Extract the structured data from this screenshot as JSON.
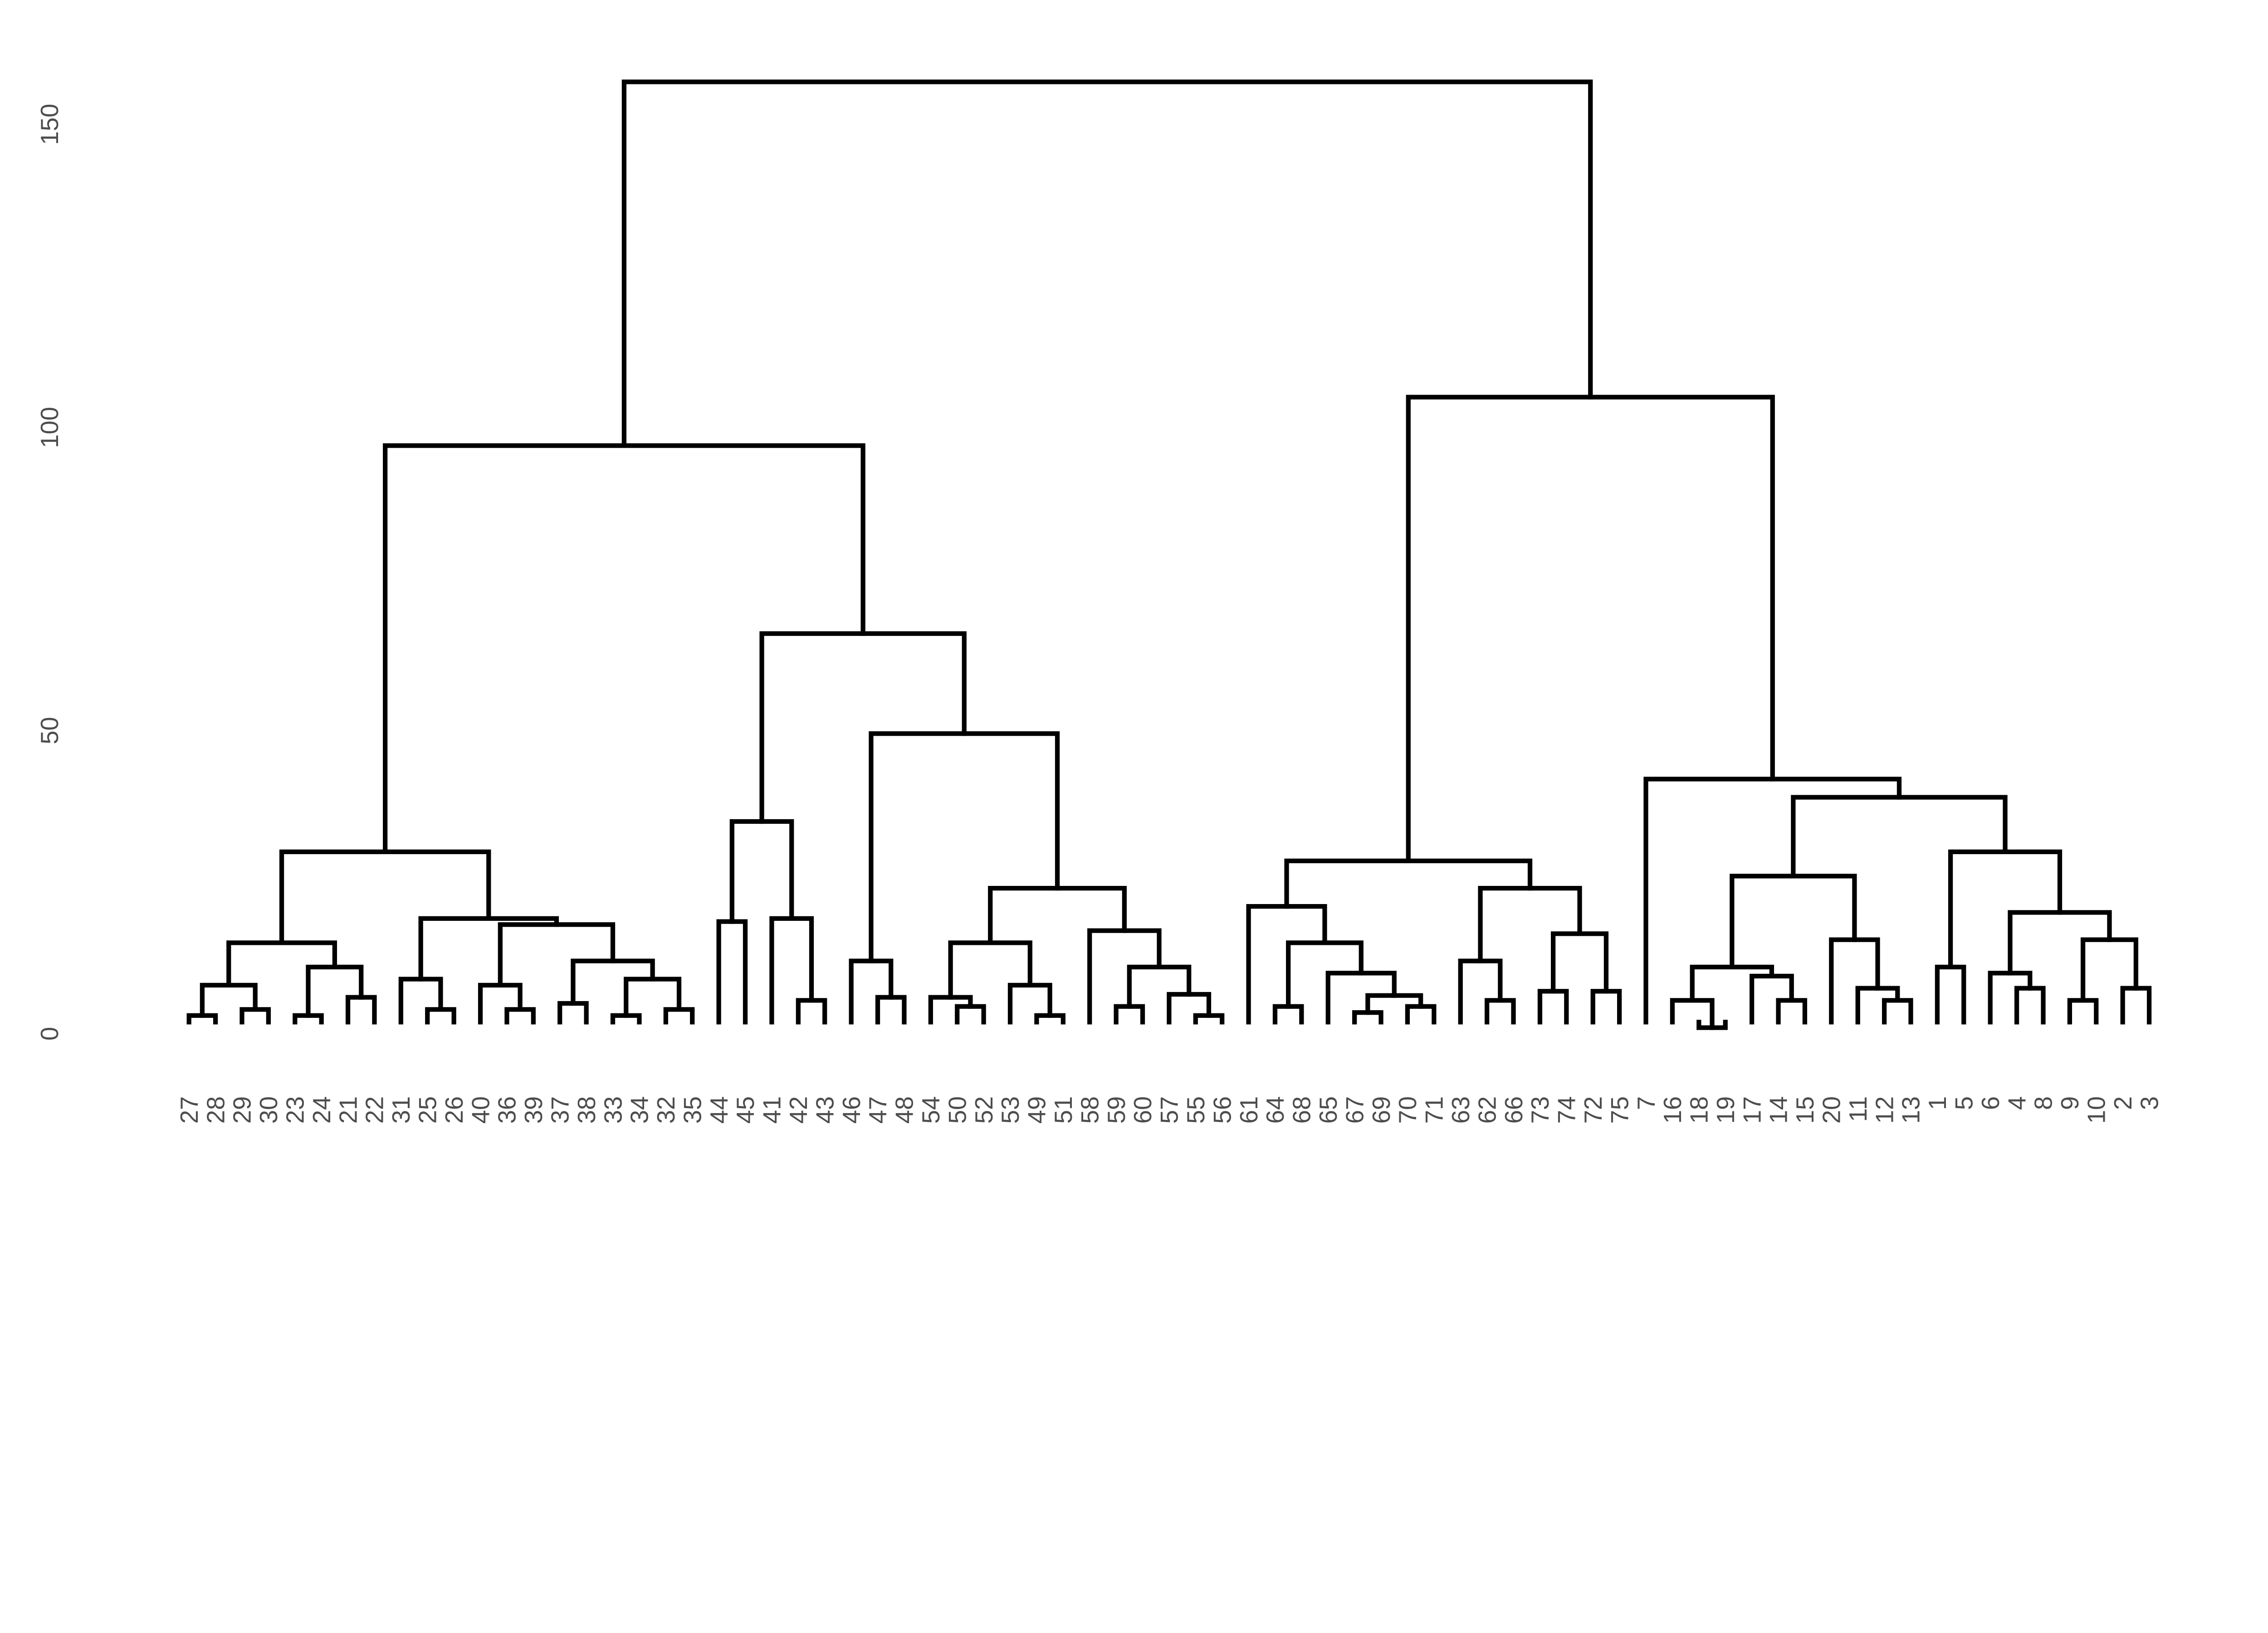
{
  "chart_data": {
    "type": "dendrogram",
    "title": "",
    "xlabel": "",
    "ylabel": "",
    "ylim": [
      0,
      160
    ],
    "y_ticks": [
      "0",
      "50",
      "100",
      "150"
    ],
    "grid": false,
    "line_color": "#000000",
    "label_color": "#4d4d4d",
    "leaf_labels": [
      "27",
      "28",
      "29",
      "30",
      "23",
      "24",
      "21",
      "22",
      "31",
      "25",
      "26",
      "40",
      "36",
      "39",
      "37",
      "38",
      "33",
      "34",
      "32",
      "35",
      "44",
      "45",
      "41",
      "42",
      "43",
      "46",
      "47",
      "48",
      "54",
      "50",
      "52",
      "53",
      "49",
      "51",
      "58",
      "59",
      "60",
      "57",
      "55",
      "56",
      "61",
      "64",
      "68",
      "65",
      "67",
      "69",
      "70",
      "71",
      "63",
      "62",
      "66",
      "73",
      "74",
      "72",
      "75",
      "7",
      "16",
      "18",
      "19",
      "17",
      "14",
      "15",
      "20",
      "11",
      "12",
      "13",
      "1",
      "5",
      "6",
      "4",
      "8",
      "9",
      "10",
      "2",
      "3"
    ],
    "tree": [
      157,
      [
        97,
        [
          30,
          [
            15,
            [
              8,
              [
                3,
                "27",
                "28"
              ],
              [
                4,
                "29",
                "30"
              ]
            ],
            [
              11,
              [
                3,
                "23",
                "24"
              ],
              [
                6,
                "21",
                "22"
              ]
            ]
          ],
          [
            19,
            [
              9,
              "31",
              [
                4,
                "25",
                "26"
              ]
            ],
            [
              18,
              [
                8,
                "40",
                [
                  4,
                  "36",
                  "39"
                ]
              ],
              [
                12,
                [
                  5,
                  "37",
                  "38"
                ],
                [
                  9,
                  [
                    3,
                    "33",
                    "34"
                  ],
                  [
                    4,
                    "32",
                    "35"
                  ]
                ]
              ]
            ]
          ]
        ],
        [
          66,
          [
            35,
            [
              18.5,
              "44",
              "45"
            ],
            [
              19,
              "41",
              [
                5.5,
                "42",
                "43"
              ]
            ]
          ],
          [
            49.5,
            [
              12,
              "46",
              [
                6,
                "47",
                "48"
              ]
            ],
            [
              24,
              [
                15,
                [
                  6,
                  "54",
                  [
                    4.5,
                    "50",
                    "52"
                  ]
                ],
                [
                  8,
                  "53",
                  [
                    3,
                    "49",
                    "51"
                  ]
                ]
              ],
              [
                17,
                "58",
                [
                  11,
                  [
                    4.5,
                    "59",
                    "60"
                  ],
                  [
                    6.5,
                    "57",
                    [
                      3,
                      "55",
                      "56"
                    ]
                  ]
                ]
              ]
            ]
          ]
        ]
      ],
      [
        105,
        [
          28.5,
          [
            21,
            "61",
            [
              15,
              [
                4.5,
                "64",
                "68"
              ],
              [
                10,
                "65",
                [
                  6.3,
                  [
                    3.5,
                    "67",
                    "69"
                  ],
                  [
                    4.5,
                    "70",
                    "71"
                  ]
                ]
              ]
            ]
          ],
          [
            24,
            [
              12,
              "63",
              [
                5.5,
                "62",
                "66"
              ]
            ],
            [
              16.5,
              [
                7,
                "73",
                "74"
              ],
              [
                7,
                "72",
                "75"
              ]
            ]
          ]
        ],
        [
          42,
          "7",
          [
            39,
            [
              26,
              [
                11,
                [
                  5.5,
                  "16",
                  [
                    1,
                    "18",
                    "19"
                  ]
                ],
                [
                  9.5,
                  "17",
                  [
                    5.5,
                    "14",
                    "15"
                  ]
                ]
              ],
              [
                15.5,
                "20",
                [
                  7.5,
                  "11",
                  [
                    5.5,
                    "12",
                    "13"
                  ]
                ]
              ]
            ],
            [
              30,
              [
                11,
                "1",
                "5"
              ],
              [
                20,
                [
                  10,
                  "6",
                  [
                    7.5,
                    "4",
                    "8"
                  ]
                ],
                [
                  15.5,
                  [
                    5.5,
                    "9",
                    "10"
                  ],
                  [
                    7.5,
                    "2",
                    "3"
                  ]
                ]
              ]
            ]
          ]
        ]
      ]
    ]
  }
}
